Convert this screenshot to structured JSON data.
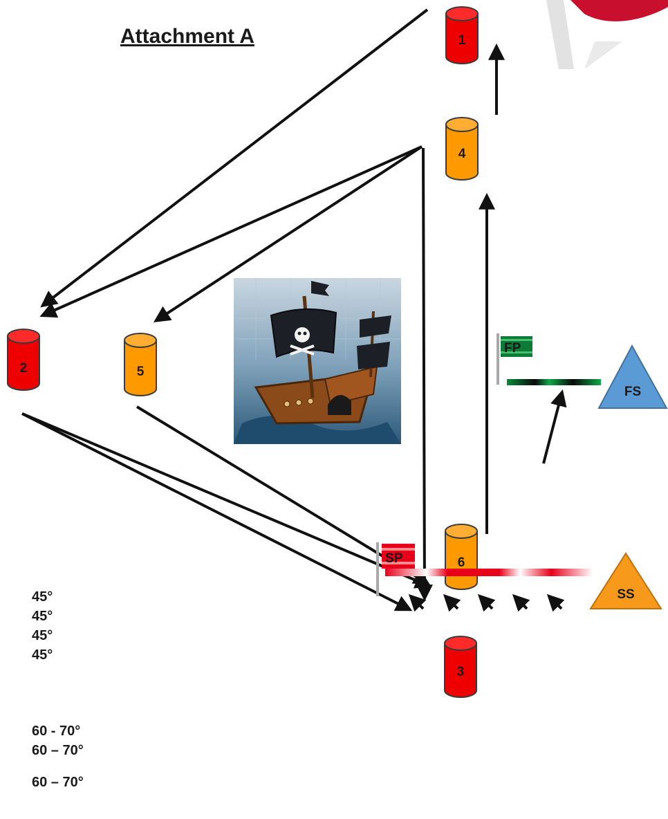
{
  "title": "Attachment A",
  "marks": {
    "m1": "1",
    "m2": "2",
    "m3": "3",
    "m4": "4",
    "m5": "5",
    "m6": "6"
  },
  "finish": {
    "pin": "FP",
    "boat": "FS"
  },
  "start": {
    "pin": "SP",
    "boat": "SS"
  },
  "angles": [
    "45°",
    "45°",
    "45°",
    "45°",
    "60 - 70°",
    "60 – 70°",
    "60 – 70°"
  ],
  "colors": {
    "red_mark": "#ee0000",
    "orange_mark": "#ff9900",
    "finish_boat": "#5b9bd5",
    "start_boat": "#f79a1b"
  }
}
